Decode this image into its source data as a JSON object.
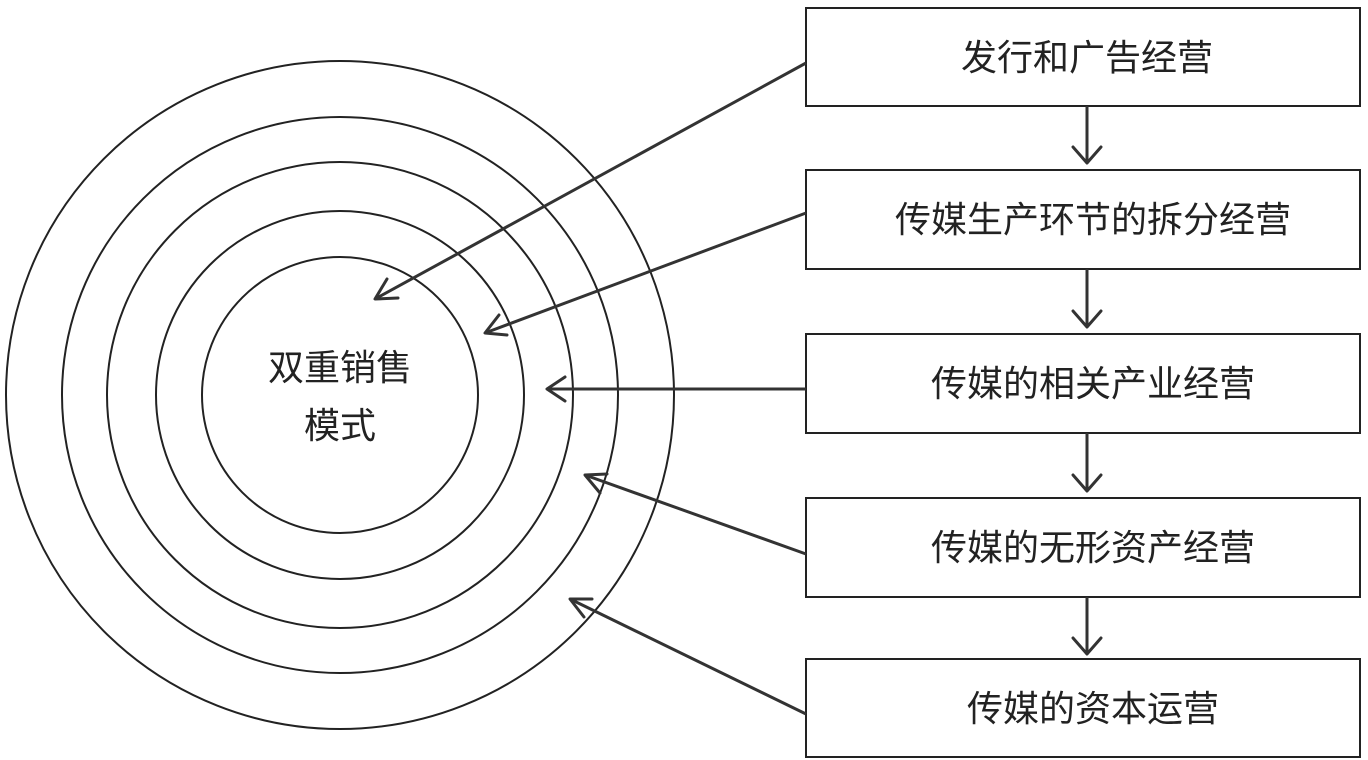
{
  "center": {
    "line1": "双重销售",
    "line2": "模式"
  },
  "boxes": [
    "发行和广告经营",
    "传媒生产环节的拆分经营",
    "传媒的相关产业经营",
    "传媒的无形资产经营",
    "传媒的资本运营"
  ]
}
